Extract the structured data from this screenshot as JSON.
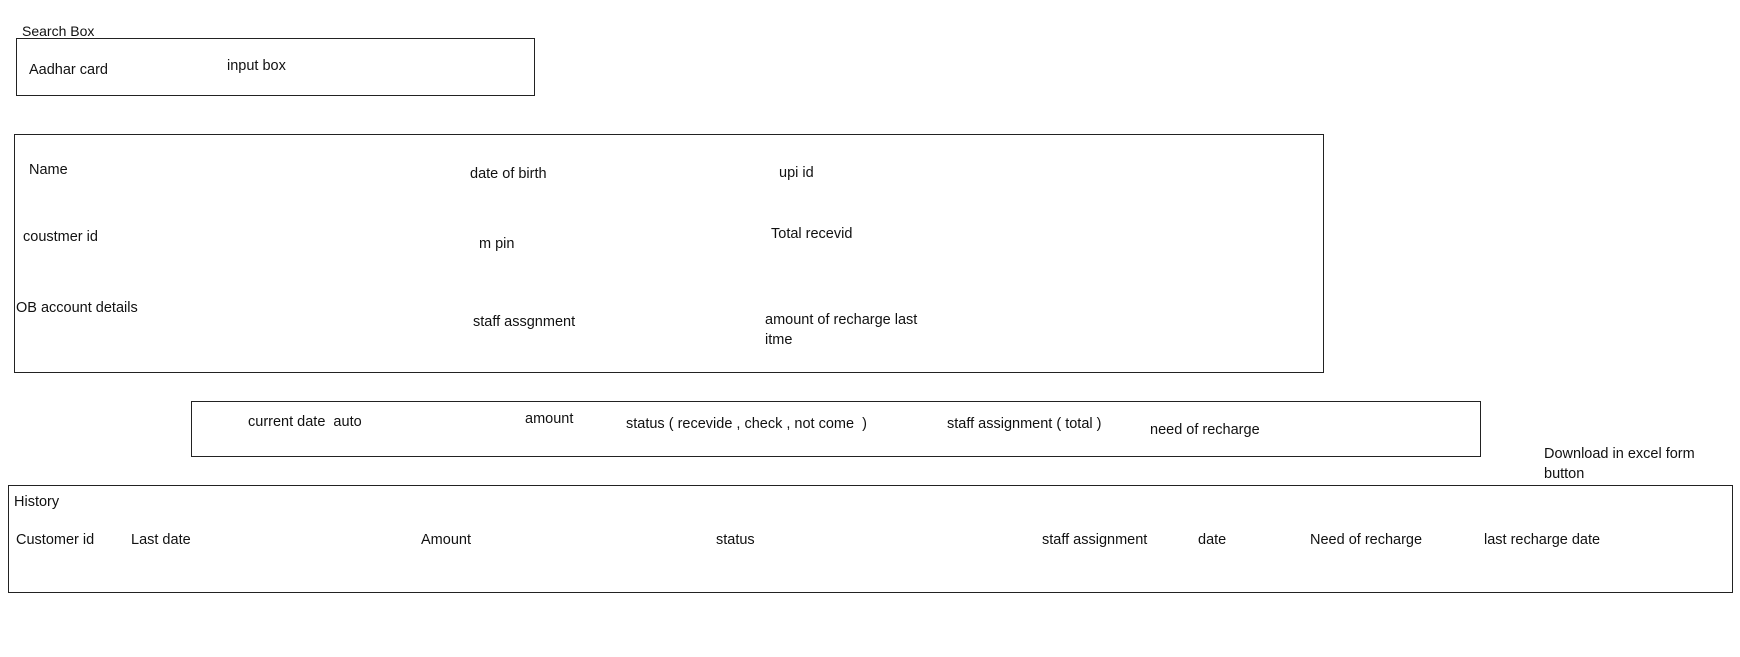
{
  "search_section": {
    "title": "Search Box",
    "field_label": "Aadhar card",
    "input_text": "input box"
  },
  "details_section": {
    "name_label": "Name",
    "dob_label": "date of birth",
    "upi_label": "upi id",
    "customer_id_label": "coustmer id",
    "mpin_label": "m pin",
    "total_received_label": "Total recevid",
    "ob_account_label": "OB account details",
    "staff_assignment_label": "staff assgnment",
    "last_recharge_amount_label": "amount of recharge last itme"
  },
  "entry_section": {
    "current_date_label": "current date  auto",
    "amount_label": "amount",
    "status_label": "status ( recevide , check , not come  )",
    "staff_assignment_total_label": "staff assignment ( total )",
    "need_of_recharge_label": "need of recharge"
  },
  "download_button": {
    "label": "Download in excel form button"
  },
  "history_section": {
    "title": "History",
    "columns": [
      "Customer id",
      "Last date",
      "Amount",
      "status",
      "staff assignment",
      "date",
      "Need of recharge",
      "last recharge date"
    ]
  }
}
